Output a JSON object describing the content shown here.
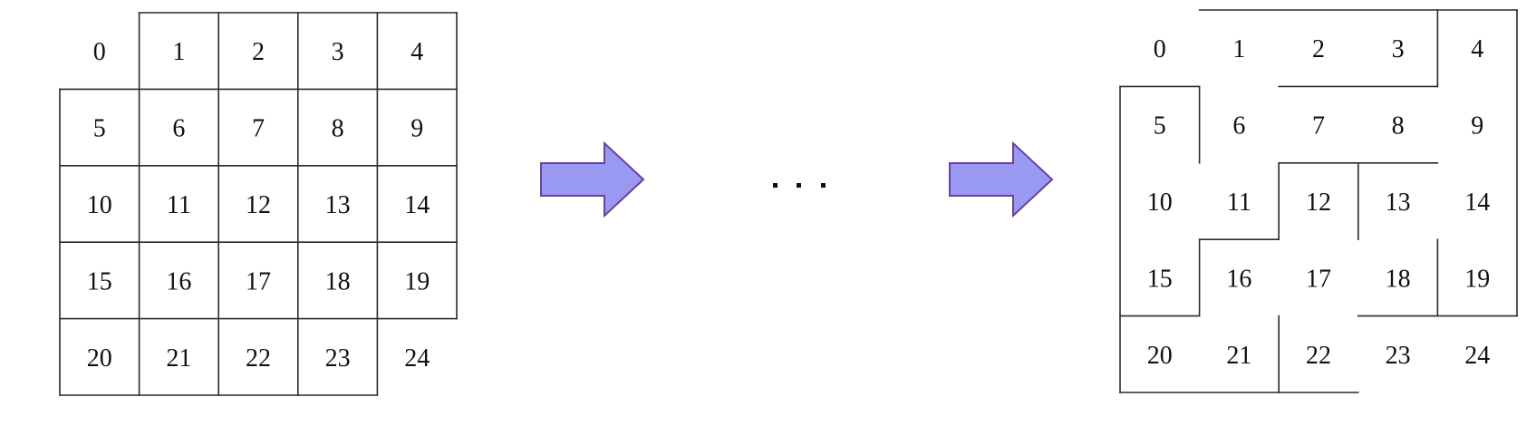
{
  "left_grid": {
    "labels": [
      "0",
      "1",
      "2",
      "3",
      "4",
      "5",
      "6",
      "7",
      "8",
      "9",
      "10",
      "11",
      "12",
      "13",
      "14",
      "15",
      "16",
      "17",
      "18",
      "19",
      "20",
      "21",
      "22",
      "23",
      "24"
    ]
  },
  "ellipsis": "...",
  "right_maze": {
    "labels": [
      "0",
      "1",
      "2",
      "3",
      "4",
      "5",
      "6",
      "7",
      "8",
      "9",
      "10",
      "11",
      "12",
      "13",
      "14",
      "15",
      "16",
      "17",
      "18",
      "19",
      "20",
      "21",
      "22",
      "23",
      "24"
    ]
  },
  "colors": {
    "arrow_fill": "#9999f2",
    "arrow_stroke": "#6b3fa0",
    "line": "#2a2a2a"
  }
}
